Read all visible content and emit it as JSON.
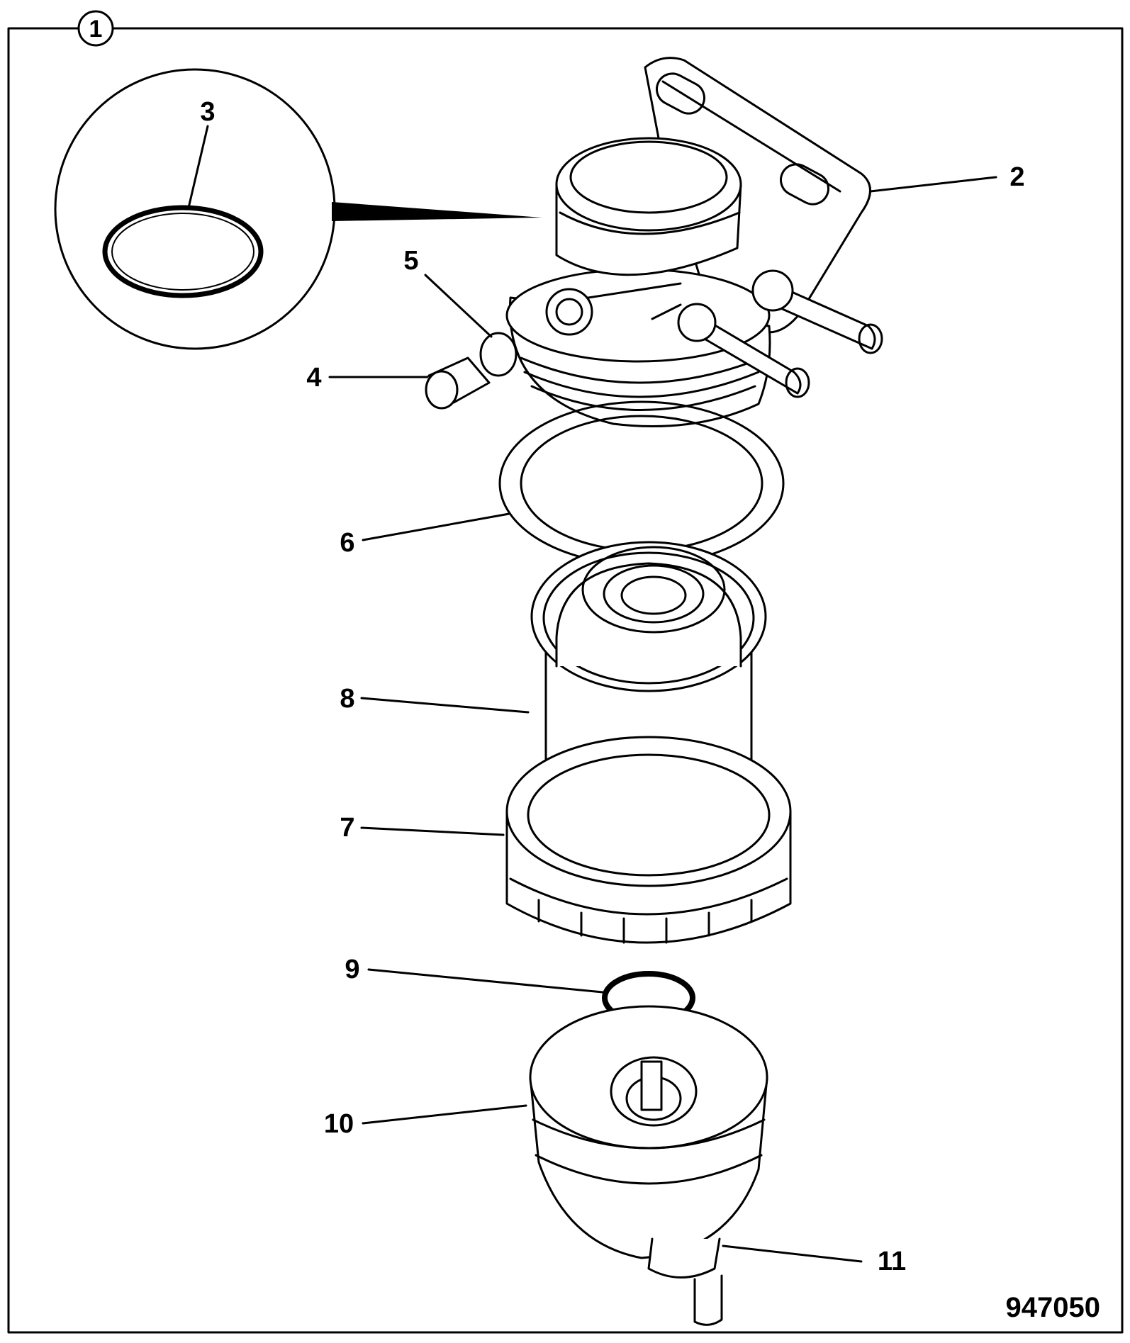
{
  "figure": {
    "header_callout": "1",
    "reference_number": "947050"
  },
  "callouts": {
    "c2": "2",
    "c3": "3",
    "c4": "4",
    "c5": "5",
    "c6": "6",
    "c7": "7",
    "c8": "8",
    "c9": "9",
    "c10": "10",
    "c11": "11"
  },
  "colors": {
    "line": "#000000",
    "background": "#ffffff"
  }
}
